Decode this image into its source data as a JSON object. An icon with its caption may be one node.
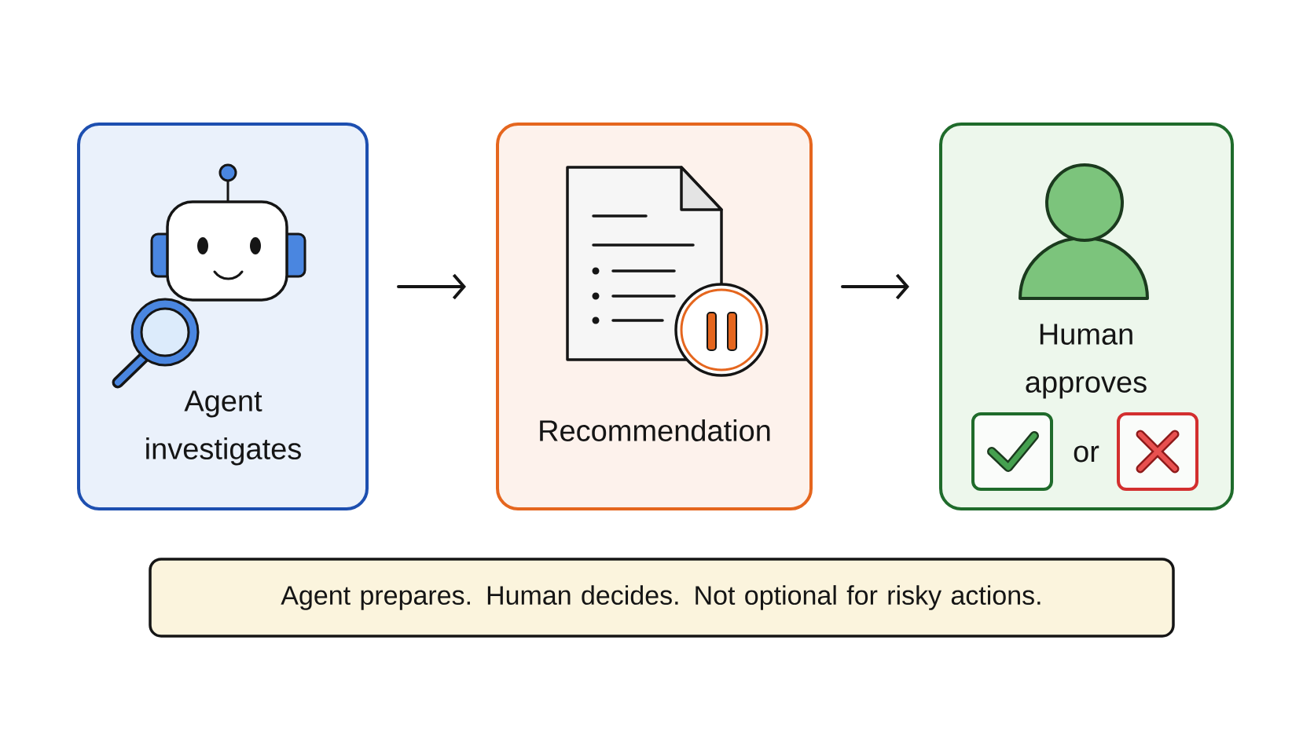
{
  "diagram": {
    "nodes": [
      {
        "text": [
          "Agent investigates"
        ]
      },
      {
        "text": [
          "Recommendation"
        ]
      },
      {
        "text": [
          "Human approves",
          "or"
        ]
      },
      {
        "text": [
          "Agent prepares. Human decides. Not optional for risky actions."
        ]
      }
    ],
    "edges": [
      {
        "from": 0,
        "to": 1,
        "arrow": "to"
      },
      {
        "from": 1,
        "to": 2,
        "arrow": "to"
      }
    ]
  }
}
